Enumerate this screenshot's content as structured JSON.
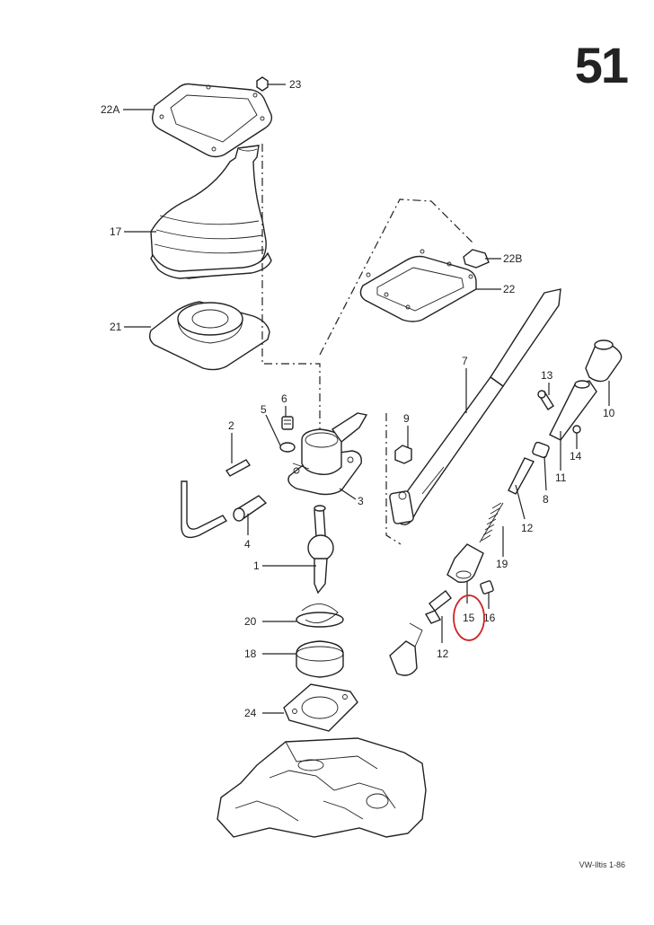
{
  "sheet": {
    "page_number": "51",
    "footer_code": "VW-Iltis 1-86"
  },
  "highlight": {
    "part": "15",
    "color": "#cc2222"
  },
  "callouts": [
    {
      "id": "c-22a",
      "label": "22A"
    },
    {
      "id": "c-23",
      "label": "23"
    },
    {
      "id": "c-17",
      "label": "17"
    },
    {
      "id": "c-21",
      "label": "21"
    },
    {
      "id": "c-22b",
      "label": "22B"
    },
    {
      "id": "c-22",
      "label": "22"
    },
    {
      "id": "c-7",
      "label": "7"
    },
    {
      "id": "c-13",
      "label": "13"
    },
    {
      "id": "c-10",
      "label": "10"
    },
    {
      "id": "c-6",
      "label": "6"
    },
    {
      "id": "c-5",
      "label": "5"
    },
    {
      "id": "c-9",
      "label": "9"
    },
    {
      "id": "c-14",
      "label": "14"
    },
    {
      "id": "c-2",
      "label": "2"
    },
    {
      "id": "c-3",
      "label": "3"
    },
    {
      "id": "c-11",
      "label": "11"
    },
    {
      "id": "c-8",
      "label": "8"
    },
    {
      "id": "c-12a",
      "label": "12"
    },
    {
      "id": "c-4",
      "label": "4"
    },
    {
      "id": "c-19",
      "label": "19"
    },
    {
      "id": "c-1",
      "label": "1"
    },
    {
      "id": "c-15",
      "label": "15"
    },
    {
      "id": "c-16",
      "label": "16"
    },
    {
      "id": "c-20",
      "label": "20"
    },
    {
      "id": "c-12b",
      "label": "12"
    },
    {
      "id": "c-18",
      "label": "18"
    },
    {
      "id": "c-24",
      "label": "24"
    }
  ]
}
